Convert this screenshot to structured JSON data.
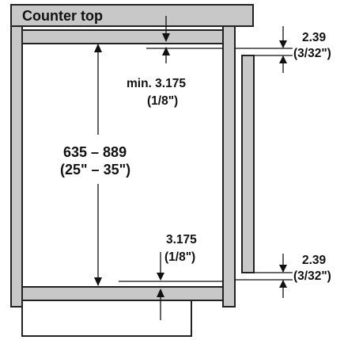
{
  "labels": {
    "counter_top": "Counter top",
    "min_gap_line1": "min. 3.175",
    "min_gap_line2": "(1/8\")",
    "height_line1": "635 – 889",
    "height_line2": "(25\" – 35\")",
    "bottom_gap_line1": "3.175",
    "bottom_gap_line2": "(1/8\")",
    "top_door_gap_line1": "2.39",
    "top_door_gap_line2": "(3/32\")",
    "bottom_door_gap_line1": "2.39",
    "bottom_door_gap_line2": "(3/32\")"
  },
  "colors": {
    "panel_fill": "#c8c8c8",
    "outline": "#222222",
    "background": "#ffffff"
  }
}
